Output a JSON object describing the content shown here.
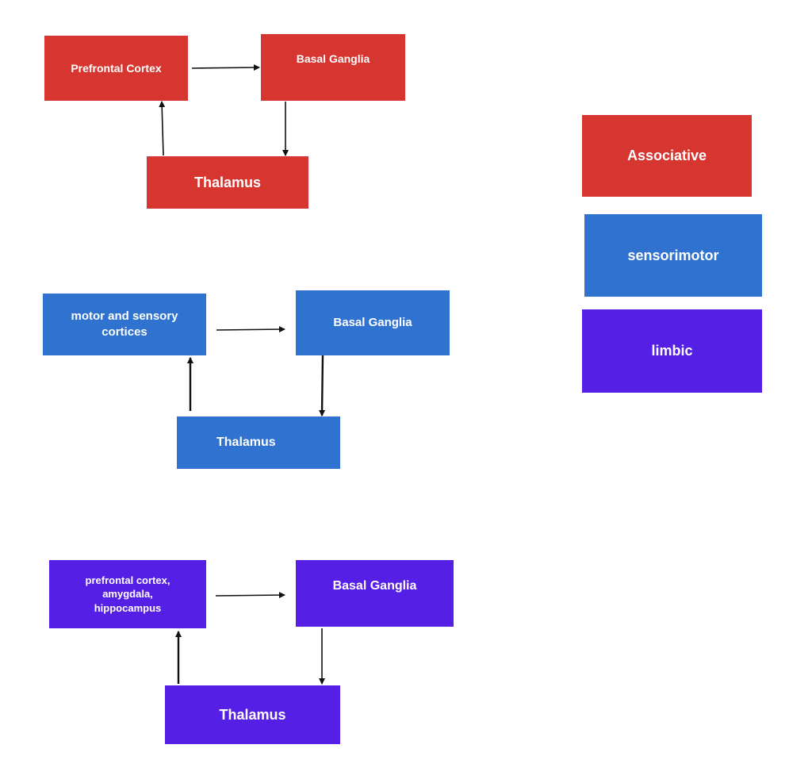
{
  "colors": {
    "associative": "#d63530",
    "sensorimotor": "#3072d0",
    "limbic": "#561fe6",
    "arrow": "#111111",
    "text": "#ffffff"
  },
  "associative_loop": {
    "cortex": "Prefrontal Cortex",
    "basal_ganglia": "Basal Ganglia",
    "thalamus": "Thalamus"
  },
  "sensorimotor_loop": {
    "cortex": "motor and sensory cortices",
    "basal_ganglia": "Basal Ganglia",
    "thalamus": "Thalamus"
  },
  "limbic_loop": {
    "cortex": "prefrontal cortex, amygdala, hippocampus",
    "basal_ganglia": "Basal Ganglia",
    "thalamus": "Thalamus"
  },
  "legend": {
    "associative": "Associative",
    "sensorimotor": "sensorimotor",
    "limbic": "limbic"
  }
}
